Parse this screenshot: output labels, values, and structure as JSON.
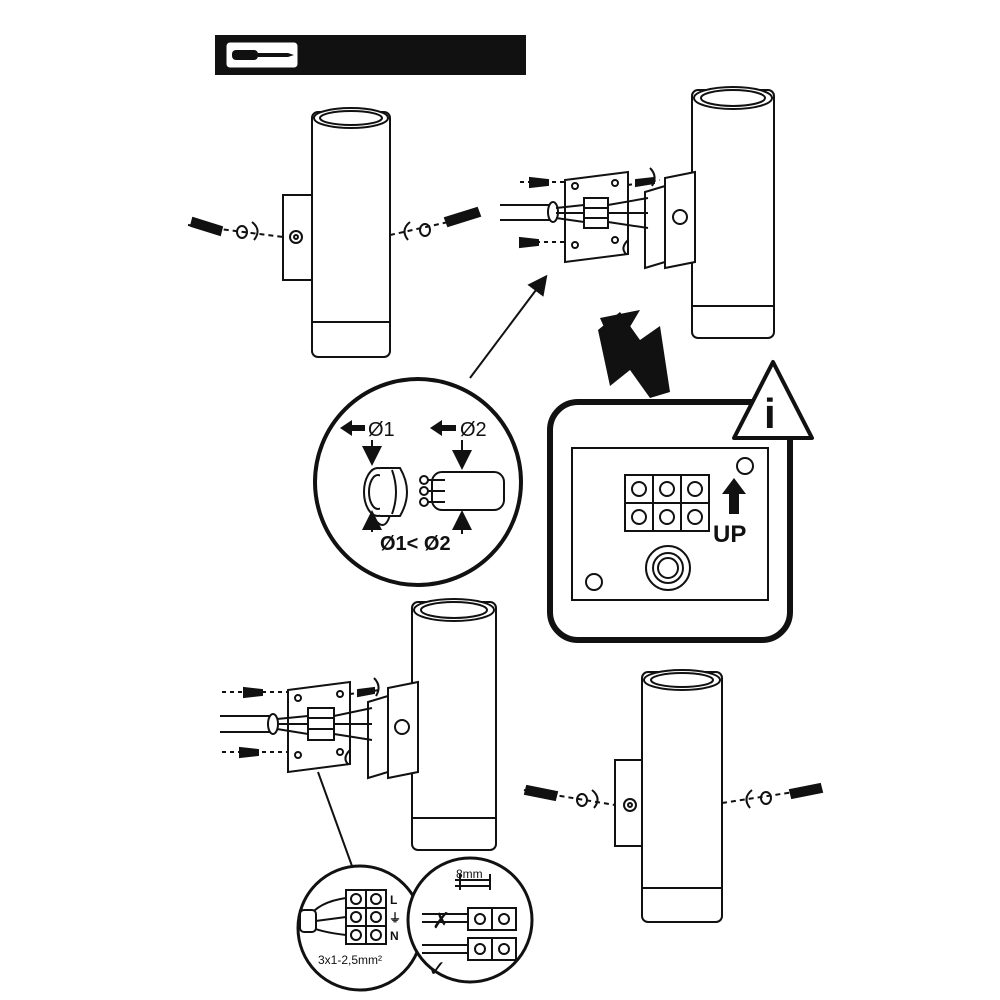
{
  "labels": {
    "d1": "Ø1",
    "d2": "Ø2",
    "d_compare": "Ø1< Ø2",
    "up": "UP",
    "info": "i",
    "live": "L",
    "neutral": "N",
    "earth": "⏚",
    "strip_length": "8mm",
    "cable_spec": "3x1-2,5mm²",
    "wrong_mark": "✗",
    "right_mark": "✓"
  },
  "icons": {
    "tool_badge": "screwdriver-icon",
    "info_warning": "warning-triangle-icon"
  },
  "colors": {
    "ink": "#111111",
    "paper": "#ffffff",
    "shade": "#e6e6e6"
  }
}
